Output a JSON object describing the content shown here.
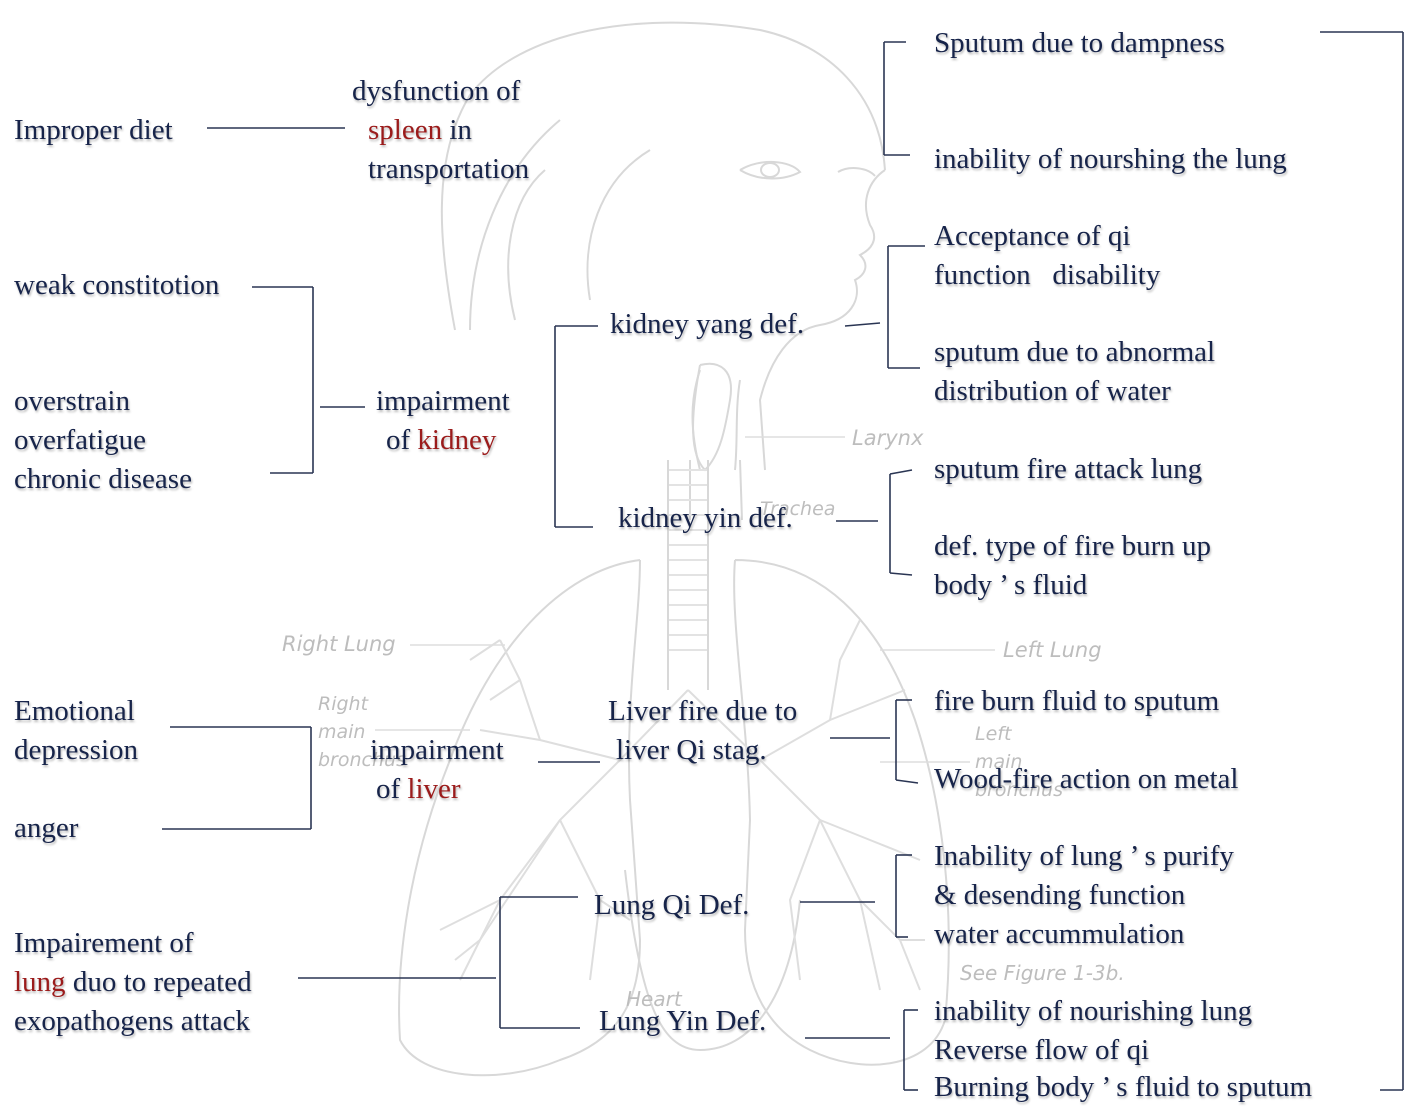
{
  "causes": {
    "improper_diet": "Improper diet",
    "weak_constitution": "weak constitotion",
    "overstrain": "overstrain",
    "overfatigue": "overfatigue",
    "chronic_disease": "chronic disease",
    "emotional_1": "Emotional",
    "emotional_2": "depression",
    "anger": "anger",
    "lung_impair_1": "Impairement of",
    "lung_impair_2_word": "lung",
    "lung_impair_2_rest": " duo to repeated",
    "lung_impair_3": "exopathogens attack"
  },
  "organs": {
    "spleen_1": "dysfunction of",
    "spleen_2_word": "spleen",
    "spleen_2_rest": " in",
    "spleen_3": "transportation",
    "kidney_1": "impairment",
    "kidney_2_pre": "of ",
    "kidney_2_word": "kidney",
    "liver_1": "impairment",
    "liver_2_pre": "of ",
    "liver_2_word": "liver"
  },
  "mechanisms": {
    "kidney_yang": "kidney yang  def.",
    "kidney_yin": "kidney  yin def.",
    "liver_fire_1": "Liver fire due to",
    "liver_fire_2": "liver Qi stag.",
    "lung_qi": "Lung Qi Def.",
    "lung_yin": "Lung Yin Def."
  },
  "results": {
    "dampness": "Sputum due to dampness",
    "nourishing": "inability of nourshing the lung",
    "acceptance_1": "Acceptance of qi",
    "acceptance_2": "function   disability",
    "abnormal_1": "sputum due to abnormal",
    "abnormal_2": "distribution of water",
    "fire_attack": "sputum fire attack lung",
    "burn_up_1": "def. type of fire burn up",
    "burn_up_2": "body ’ s fluid",
    "fire_burn": "fire burn fluid to sputum",
    "wood_fire": "Wood-fire action on metal",
    "purify_1": "Inability of lung ’ s purify",
    "purify_2": "& desending function",
    "purify_3": "water accummulation",
    "nourish_lung": "inability of nourishing lung",
    "reverse": "Reverse flow of qi",
    "burning": "Burning body ’ s fluid to sputum"
  },
  "anatomy_labels": {
    "larynx": "Larynx",
    "trachea": "Trachea",
    "right_lung": "Right Lung",
    "left_lung": "Left Lung",
    "right_main_1": "Right",
    "right_main_2": "main",
    "right_main_3": "bronchus",
    "left_main_1": "Left",
    "left_main_2": "main",
    "left_main_3": "bronchus",
    "figure_ref": "See Figure 1-3b.",
    "heart": "Heart"
  },
  "colors": {
    "text": "#17244a",
    "highlight": "#9b1b1b",
    "connector": "#2a3553",
    "background_art": "#d6d6d6"
  }
}
